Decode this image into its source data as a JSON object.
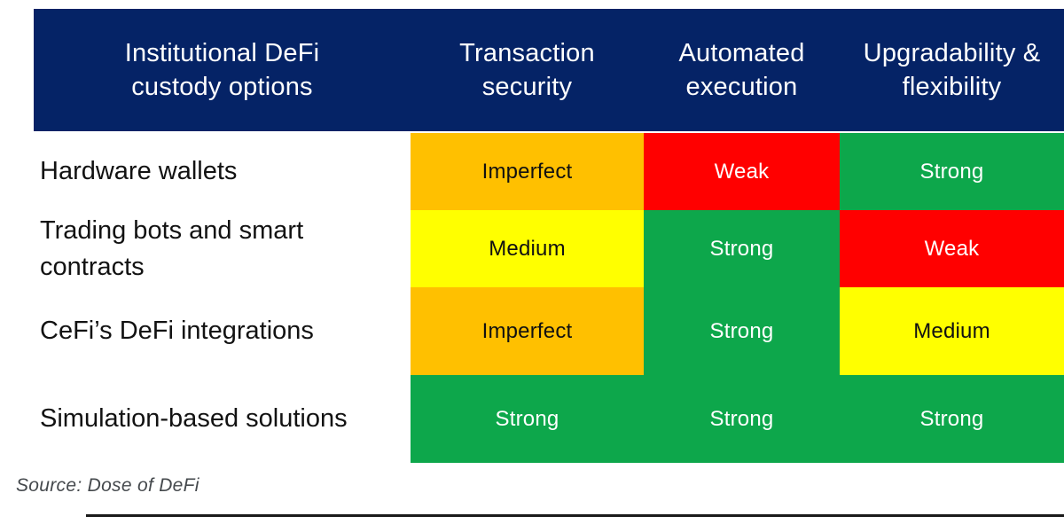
{
  "figure": {
    "header": {
      "bg_color": "#052366",
      "text_color": "#FFFFFF",
      "columns": [
        {
          "text": "Institutional DeFi\ncustody options"
        },
        {
          "text": "Transaction\nsecurity"
        },
        {
          "text": "Automated\nexecution"
        },
        {
          "text": "Upgradability &\nflexibility"
        }
      ]
    },
    "rows": [
      {
        "label": "Hardware wallets",
        "cells": [
          {
            "value": "Imperfect",
            "bg": "#FFC000",
            "fg": "#111111"
          },
          {
            "value": "Weak",
            "bg": "#FF0000",
            "fg": "#FFFFFF"
          },
          {
            "value": "Strong",
            "bg": "#0DA74B",
            "fg": "#FFFFFF"
          }
        ]
      },
      {
        "label": "Trading bots and smart contracts",
        "cells": [
          {
            "value": "Medium",
            "bg": "#FFFF00",
            "fg": "#111111"
          },
          {
            "value": "Strong",
            "bg": "#0DA74B",
            "fg": "#FFFFFF"
          },
          {
            "value": "Weak",
            "bg": "#FF0000",
            "fg": "#FFFFFF"
          }
        ]
      },
      {
        "label": "CeFi’s DeFi integrations",
        "cells": [
          {
            "value": "Imperfect",
            "bg": "#FFC000",
            "fg": "#111111"
          },
          {
            "value": "Strong",
            "bg": "#0DA74B",
            "fg": "#FFFFFF"
          },
          {
            "value": "Medium",
            "bg": "#FFFF00",
            "fg": "#111111"
          }
        ]
      },
      {
        "label": "Simulation-based solutions",
        "cells": [
          {
            "value": "Strong",
            "bg": "#0DA74B",
            "fg": "#FFFFFF"
          },
          {
            "value": "Strong",
            "bg": "#0DA74B",
            "fg": "#FFFFFF"
          },
          {
            "value": "Strong",
            "bg": "#0DA74B",
            "fg": "#FFFFFF"
          }
        ]
      }
    ],
    "source_note": "Source: Dose of DeFi"
  },
  "chart_data": {
    "type": "table",
    "title": "Institutional DeFi custody options",
    "columns": [
      "Institutional DeFi custody options",
      "Transaction security",
      "Automated execution",
      "Upgradability & flexibility"
    ],
    "rows": [
      [
        "Hardware wallets",
        "Imperfect",
        "Weak",
        "Strong"
      ],
      [
        "Trading bots and smart contracts",
        "Medium",
        "Strong",
        "Weak"
      ],
      [
        "CeFi’s DeFi integrations",
        "Imperfect",
        "Strong",
        "Medium"
      ],
      [
        "Simulation-based solutions",
        "Strong",
        "Strong",
        "Strong"
      ]
    ],
    "rating_scale": [
      "Weak",
      "Imperfect",
      "Medium",
      "Strong"
    ],
    "rating_colors": {
      "Strong": "#0DA74B",
      "Medium": "#FFFF00",
      "Imperfect": "#FFC000",
      "Weak": "#FF0000"
    },
    "header_color": "#052366",
    "source": "Source: Dose of DeFi",
    "legend_position": "none",
    "grid": false
  }
}
